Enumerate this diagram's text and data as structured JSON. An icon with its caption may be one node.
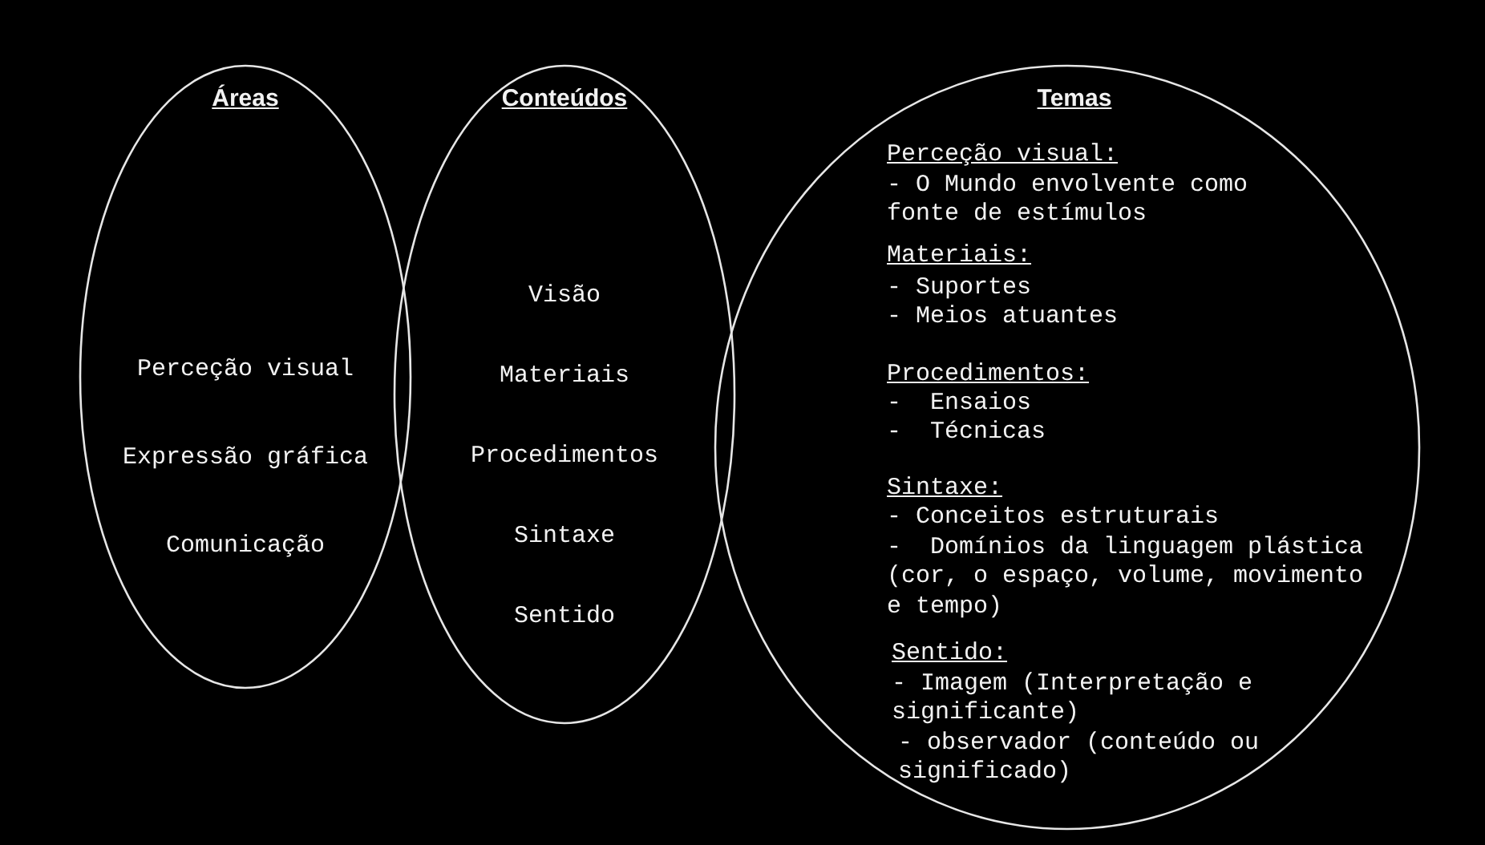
{
  "diagram": {
    "nodes": [
      {
        "text": [
          "Áreas",
          "Perceção visual",
          "Expressão gráfica",
          "Comunicação"
        ]
      },
      {
        "text": [
          "Conteúdos",
          "Visão",
          "Materiais",
          "Procedimentos",
          "Sintaxe",
          "Sentido"
        ]
      },
      {
        "text": [
          "Temas",
          "Perceção visual:",
          "- O Mundo envolvente como fonte de estímulos",
          "Materiais:",
          "- Suportes",
          "- Meios atuantes",
          "Procedimentos:",
          "-  Ensaios",
          "-  Técnicas",
          "Sintaxe:",
          "- Conceitos estruturais",
          "-  Domínios da linguagem plástica (cor, o espaço, volume, movimento e tempo)",
          "Sentido:",
          "- Imagem (Interpretação e significante)",
          "- observador (conteúdo ou significado)"
        ]
      }
    ],
    "edges": []
  }
}
